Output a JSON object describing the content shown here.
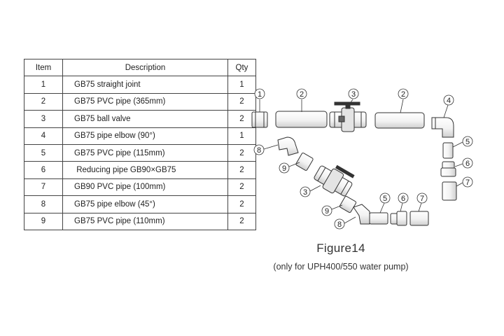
{
  "table": {
    "headers": {
      "item": "Item",
      "description": "Description",
      "qty": "Qty"
    },
    "rows": [
      {
        "item": "1",
        "description": "GB75 straight joint",
        "qty": "1"
      },
      {
        "item": "2",
        "description": "GB75 PVC pipe (365mm)",
        "qty": "2"
      },
      {
        "item": "3",
        "description": "GB75 ball valve",
        "qty": "2"
      },
      {
        "item": "4",
        "description": "GB75 pipe elbow (90°)",
        "qty": "1"
      },
      {
        "item": "5",
        "description": "GB75 PVC pipe (115mm)",
        "qty": "2"
      },
      {
        "item": "6",
        "description": " Reducing pipe GB90×GB75",
        "qty": "2"
      },
      {
        "item": "7",
        "description": "GB90 PVC pipe (100mm)",
        "qty": "2"
      },
      {
        "item": "8",
        "description": "GB75 pipe elbow (45°)",
        "qty": "2"
      },
      {
        "item": "9",
        "description": "GB75 PVC pipe (110mm)",
        "qty": "2"
      }
    ]
  },
  "figure": {
    "title": "Figure14",
    "note": "(only for UPH400/550 water pump)",
    "callouts": {
      "c1": "1",
      "c2a": "2",
      "c3a": "3",
      "c2b": "2",
      "c4": "4",
      "c5a": "5",
      "c6a": "6",
      "c7a": "7",
      "c8a": "8",
      "c9a": "9",
      "c3b": "3",
      "c9b": "9",
      "c8b": "8",
      "c5b": "5",
      "c6b": "6",
      "c7b": "7"
    }
  }
}
